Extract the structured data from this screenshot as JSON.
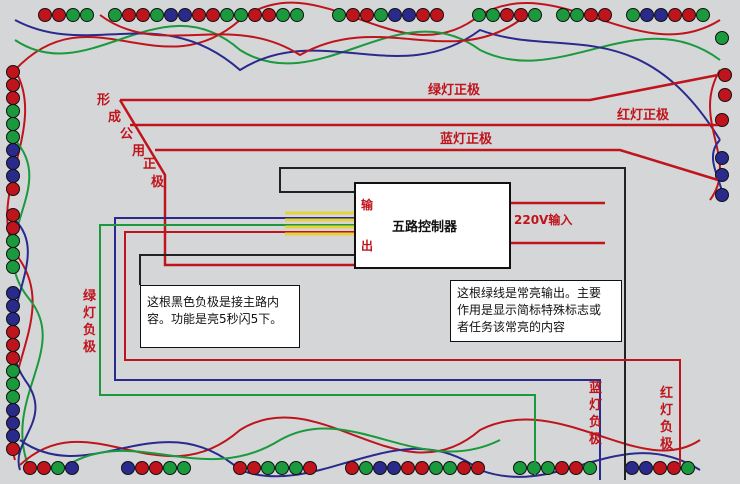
{
  "labels": {
    "green_positive": "绿灯正极",
    "red_positive": "红灯正极",
    "blue_positive": "蓝灯正极",
    "common_positive": [
      "形",
      "成",
      "公",
      "用",
      "正",
      "极"
    ],
    "controller": "五路控制器",
    "output_chars": [
      "输",
      "出"
    ],
    "input_220v": "220V输入",
    "green_negative": [
      "绿",
      "灯",
      "负",
      "极"
    ],
    "blue_negative": [
      "蓝",
      "灯",
      "负",
      "极"
    ],
    "red_negative": [
      "红",
      "灯",
      "负",
      "极"
    ]
  },
  "notes": {
    "black_wire": "这根黑色负极是接主路内\n容。功能是亮5秒闪5下。",
    "green_wire": "这根绿线是常亮输出。主要\n作用是显示简标特殊标志或\n者任务该常亮的内容"
  },
  "colors": {
    "red": "#c0141c",
    "green": "#1a9a3c",
    "blue": "#2a2a8c",
    "black": "#222222",
    "yellow": "#e8d23a",
    "background": "#d4d6d8"
  }
}
